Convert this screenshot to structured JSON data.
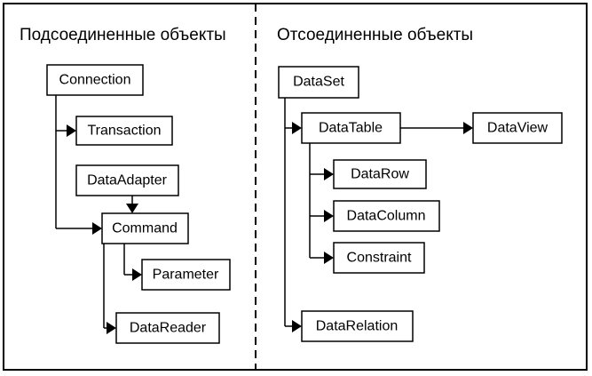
{
  "headers": {
    "left": "Подсоединенные объекты",
    "right": "Отсоединенные объекты"
  },
  "nodes": {
    "connection": "Connection",
    "transaction": "Transaction",
    "data_adapter": "DataAdapter",
    "command": "Command",
    "parameter": "Parameter",
    "data_reader": "DataReader",
    "data_set": "DataSet",
    "data_table": "DataTable",
    "data_view": "DataView",
    "data_row": "DataRow",
    "data_column": "DataColumn",
    "constraint": "Constraint",
    "data_relation": "DataRelation"
  }
}
